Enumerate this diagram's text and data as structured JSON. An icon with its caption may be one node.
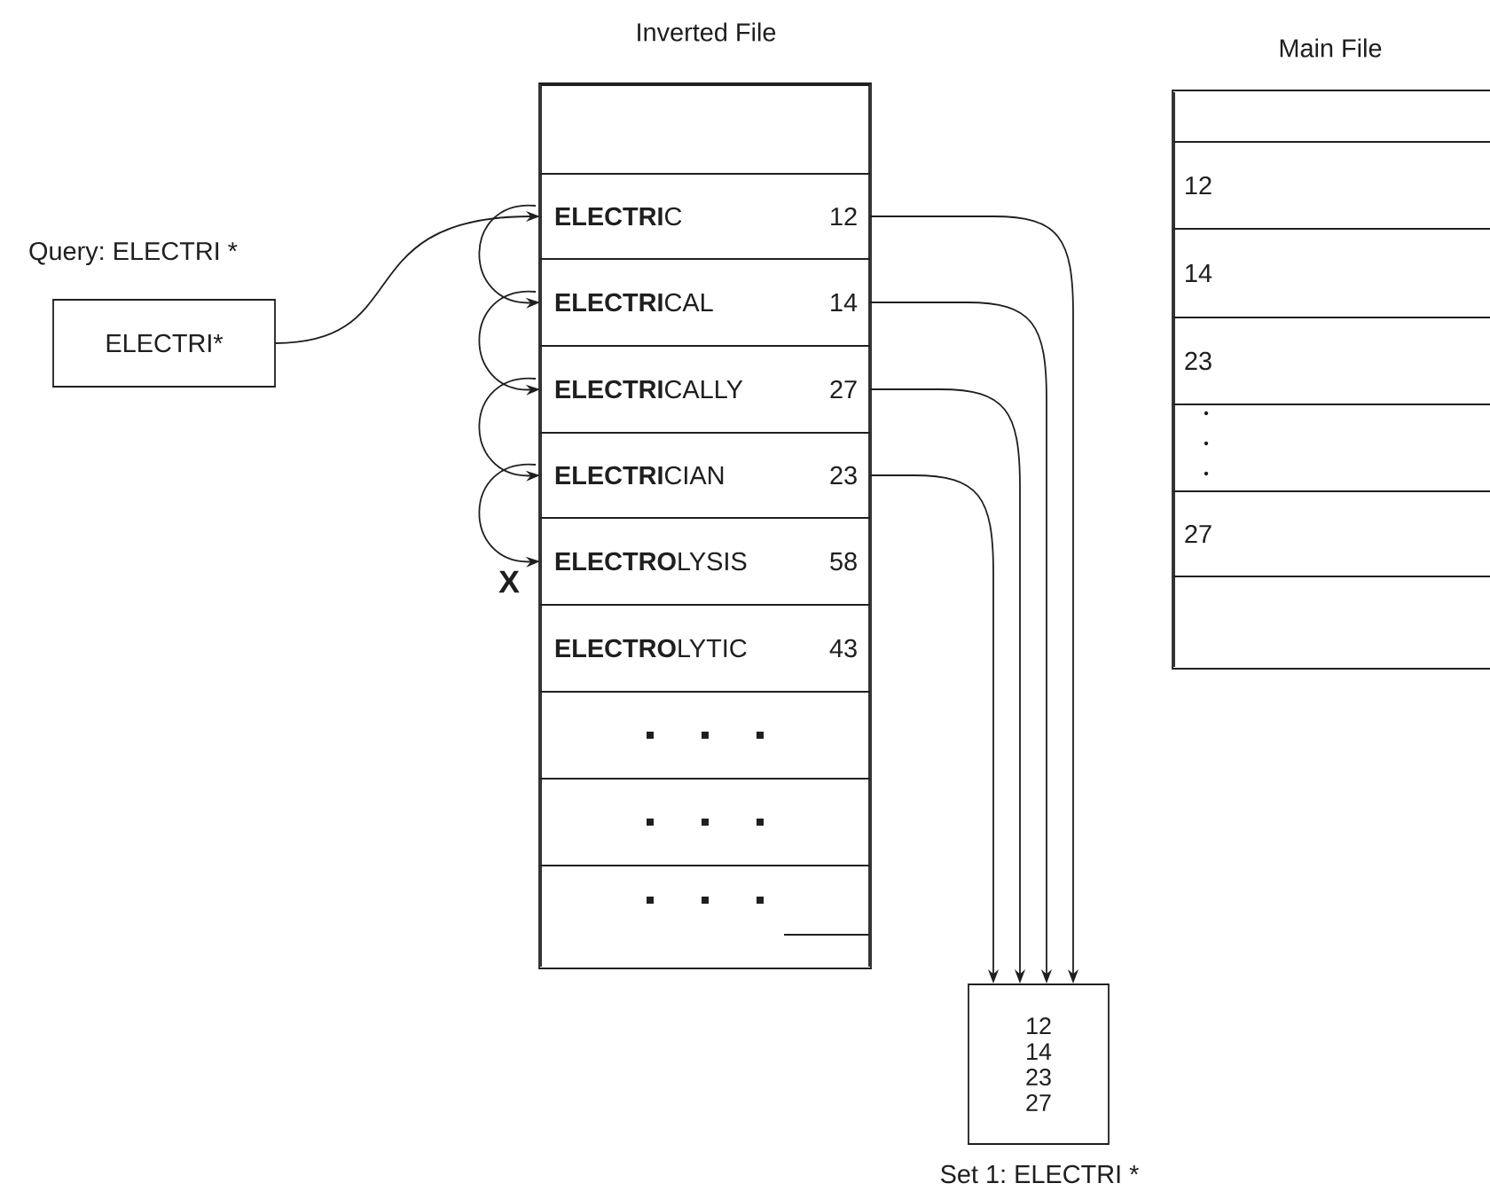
{
  "diagram": {
    "nodes": [
      {
        "text": [
          "ELECTRI*"
        ],
        "beside": [
          "Query: ELECTRI *"
        ]
      },
      {
        "text": [
          "Inverted File"
        ]
      },
      {
        "text": [],
        "shape": "box",
        "in": 1
      },
      {
        "text": [
          "**ELECTRI**C",
          "12"
        ],
        "in": 1
      },
      {
        "text": [
          "**ELECTRI**CAL",
          "14"
        ],
        "in": 1
      },
      {
        "text": [
          "**ELECTRI**CALLY",
          "27"
        ],
        "in": 1
      },
      {
        "text": [
          "**ELECTRI**CIAN",
          "23"
        ],
        "in": 1
      },
      {
        "text": [
          "**ELECTRO**LYSIS",
          "58"
        ],
        "in": 1
      },
      {
        "text": [
          "**ELECTRO**LYTIC",
          "43"
        ],
        "in": 1
      },
      {
        "text": [],
        "shape": "box",
        "in": 1
      },
      {
        "text": [],
        "shape": "box",
        "in": 1
      },
      {
        "text": [],
        "shape": "box",
        "in": 1
      },
      {
        "text": [
          "Main File"
        ]
      },
      {
        "text": [],
        "shape": "box",
        "in": 12
      },
      {
        "text": [
          "12"
        ],
        "in": 12
      },
      {
        "text": [
          "14"
        ],
        "in": 12
      },
      {
        "text": [
          "23"
        ],
        "in": 12
      },
      {
        "text": [],
        "shape": "box",
        "in": 12
      },
      {
        "text": [
          "27"
        ],
        "in": 12
      },
      {
        "text": [],
        "shape": "box",
        "in": 12
      },
      {
        "text": [
          "12 14 23 27"
        ],
        "beside": [
          "Set 1: ELECTRI *"
        ]
      }
    ],
    "edges": [
      {
        "from": 0,
        "to": 3,
        "arrow": "to"
      },
      {
        "from": 3,
        "to": 4,
        "arrow": "to"
      },
      {
        "from": 4,
        "to": 5,
        "arrow": "to"
      },
      {
        "from": 5,
        "to": 6,
        "arrow": "to"
      },
      {
        "from": 6,
        "to": 7,
        "arrow": "to"
      },
      {
        "from": 3,
        "to": 20,
        "arrow": "to"
      },
      {
        "from": 4,
        "to": 20,
        "arrow": "to"
      },
      {
        "from": 5,
        "to": 20,
        "arrow": "to"
      },
      {
        "from": 6,
        "to": 20,
        "arrow": "to"
      }
    ],
    "labels": [
      "X"
    ]
  }
}
